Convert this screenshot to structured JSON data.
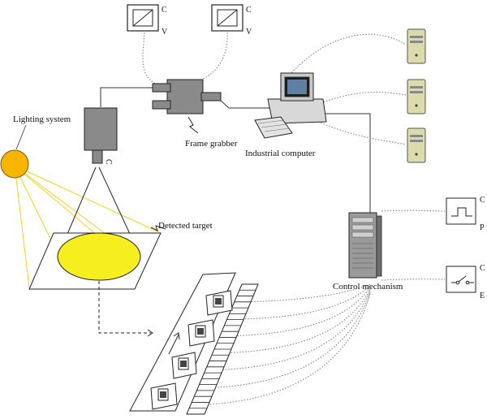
{
  "labels": {
    "lighting": "Lighting system",
    "camera_c": "C",
    "frame_grabber": "Frame grabber",
    "industrial_computer": "Industrial computer",
    "detected_target": "Detected target",
    "control_mechanism": "Control mechanism"
  },
  "monitors": [
    {
      "c": "C",
      "v": "V"
    },
    {
      "c": "C",
      "v": "V"
    }
  ],
  "right_devices": [
    {
      "top": "C",
      "bottom": "P"
    },
    {
      "top": "C",
      "bottom": "E"
    }
  ],
  "colors": {
    "lamp": "#f7b500",
    "light_rays": "#f2d21b",
    "target_fill": "#f6ee1f",
    "device_gray": "#8a8a8a"
  }
}
